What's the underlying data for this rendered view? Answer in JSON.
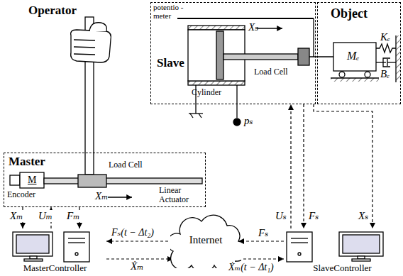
{
  "diagram": {
    "nodes": [
      {
        "text": [
          "Slave"
        ]
      },
      {
        "text": [
          "Object"
        ]
      },
      {
        "text": [
          "Master"
        ]
      },
      {
        "text": [
          "MasterController"
        ]
      },
      {
        "text": [
          "Internet"
        ]
      },
      {
        "text": [
          "SlaveController"
        ]
      }
    ],
    "edges": [
      {
        "from": 2,
        "to": 3,
        "label": "Xₘ",
        "arrow": "to"
      },
      {
        "from": 3,
        "to": 2,
        "label": "Uₘ",
        "arrow": "to"
      },
      {
        "from": 2,
        "to": 3,
        "label": "Fₘ",
        "arrow": "to"
      },
      {
        "from": 0,
        "to": 5,
        "label": "Xₛ",
        "arrow": "to"
      },
      {
        "from": 5,
        "to": 0,
        "label": "Uₛ",
        "arrow": "to"
      },
      {
        "from": 0,
        "to": 5,
        "label": "Fₛ",
        "arrow": "to"
      },
      {
        "from": 4,
        "to": 3,
        "label": "Fₛ(t − Δt₂)",
        "arrow": "to"
      },
      {
        "from": 3,
        "to": 4,
        "label": "Ẋₘ",
        "arrow": "to"
      },
      {
        "from": 5,
        "to": 4,
        "label": "Fₛ",
        "arrow": "to"
      },
      {
        "from": 4,
        "to": 5,
        "label": "Ẋₘ(t − Δt₁)",
        "arrow": "to"
      }
    ],
    "labels": [
      "Operator",
      "potentio -meter",
      "Xₛ",
      "Cylinder",
      "Load Cell",
      "pₛ",
      "Mₑ",
      "Kₑ",
      "Bₑ",
      "Load Cell",
      "M",
      "Encoder",
      "Linear Actuator",
      "Xₘ"
    ]
  }
}
